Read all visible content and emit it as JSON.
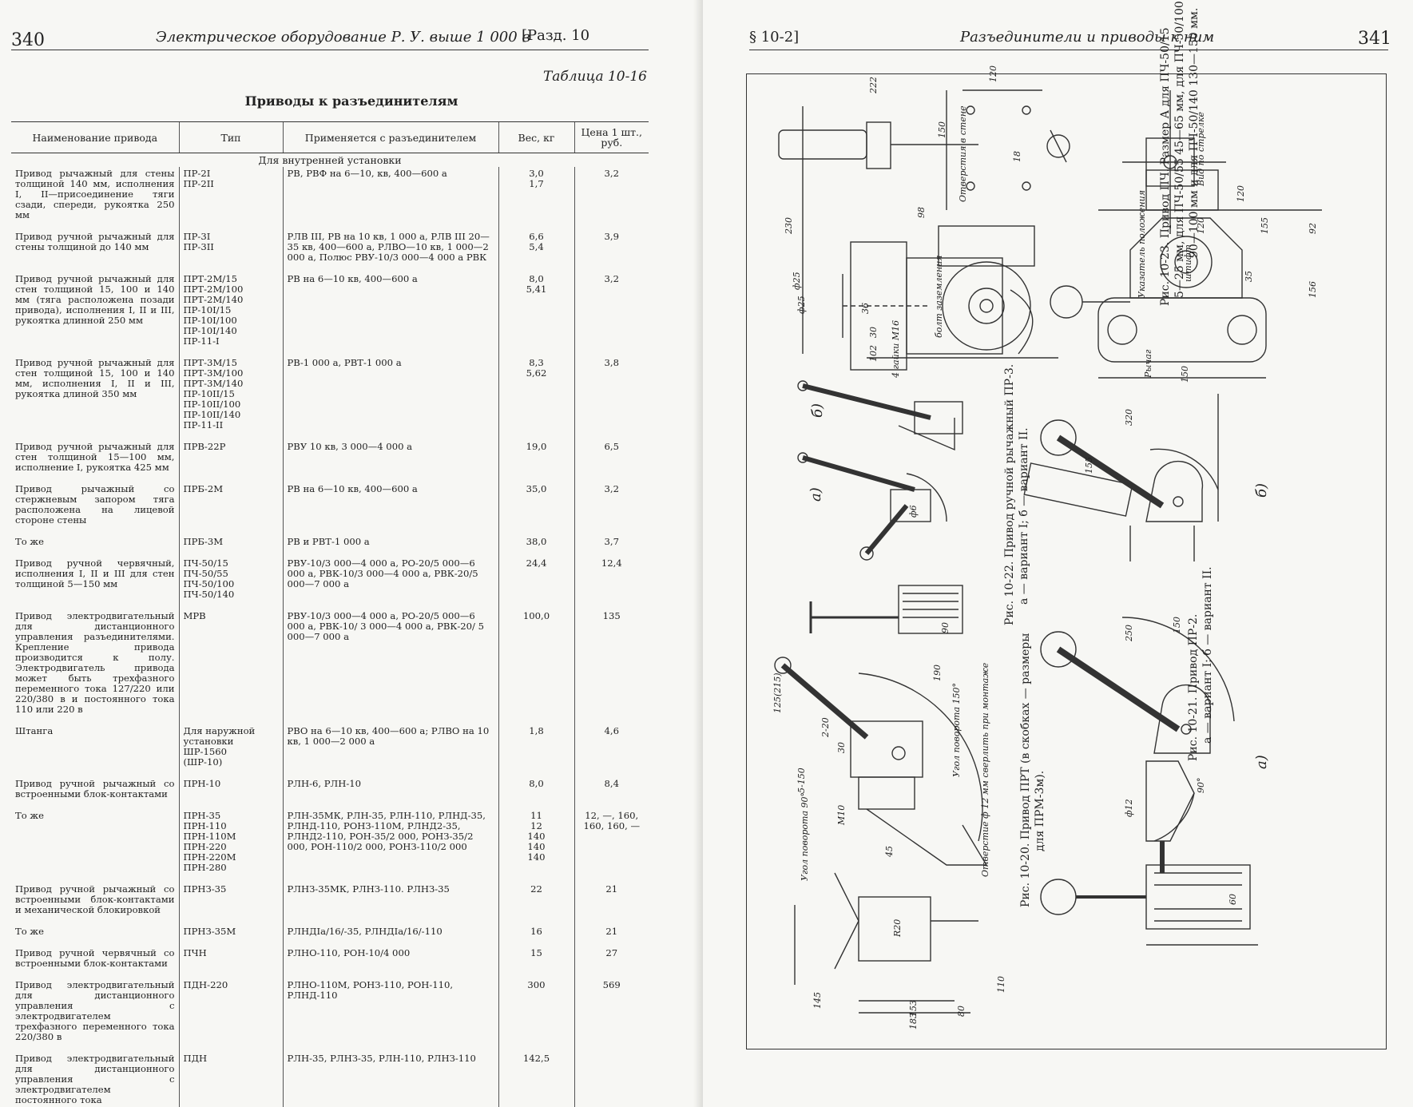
{
  "left_page": {
    "page_number": "340",
    "running_title": "Электрическое оборудование Р. У. выше 1 000 в",
    "section": "[Разд. 10",
    "table_number": "Таблица 10-16",
    "table_title": "Приводы к разъединителям",
    "columns": {
      "name": "Наименование привода",
      "type": "Тип",
      "applied": "Применяется с разъединителем",
      "weight": "Вес, кг",
      "price": "Цена 1 шт., руб."
    },
    "section_indoor": "Для внутренней установки",
    "rows": [
      {
        "name": "Привод рычажный для стены толщиной 140 мм, исполнения I, II—присоединение тяги сзади, спереди, рукоятка 250 мм",
        "types": [
          "ПР-2I",
          "ПР-2II"
        ],
        "applied": "РВ, РВФ на 6—10, кв, 400—600 а",
        "weight": [
          "3,0",
          "1,7"
        ],
        "price": "3,2"
      },
      {
        "name": "Привод ручной рычажный для стены толщиной до 140 мм",
        "types": [
          "ПР-3I",
          "ПР-3II"
        ],
        "applied": "РЛВ III, РВ на 10 кв, 1 000 а, РЛВ III 20—35 кв, 400—600 а, РЛВО—10 кв, 1 000—2 000 а, Полюс РВУ-10/3 000—4 000 а РВК",
        "weight": [
          "6,6",
          "5,4"
        ],
        "price": "3,9"
      },
      {
        "name": "Привод ручной рычажный для стен толщиной 15, 100 и 140 мм (тяга расположена позади привода), исполнения I, II и III, рукоятка длинной 250 мм",
        "types": [
          "ПРТ-2М/15",
          "ПРТ-2М/100",
          "ПРТ-2М/140",
          "ПР-10I/15",
          "ПР-10I/100",
          "ПР-10I/140",
          "ПР-11-I"
        ],
        "applied": "РВ на 6—10 кв, 400—600 а",
        "weight": [
          "8,0",
          "5,41"
        ],
        "price": "3,2"
      },
      {
        "name": "Привод ручной рычажный для стен толщиной 15, 100 и 140 мм, исполнения I, II и III, рукоятка длиной 350 мм",
        "types": [
          "ПРТ-3М/15",
          "ПРТ-3М/100",
          "ПРТ-3М/140",
          "ПР-10II/15",
          "ПР-10II/100",
          "ПР-10II/140",
          "ПР-11-II"
        ],
        "applied": "РВ-1 000 а, РВТ-1 000 а",
        "weight": [
          "8,3",
          "5,62"
        ],
        "price": "3,8"
      },
      {
        "name": "Привод ручной рычажный для стен толщиной 15—100 мм, исполнение I, рукоятка 425 мм",
        "types": [
          "ПРВ-22Р"
        ],
        "applied": "РВУ 10 кв, 3 000—4 000 а",
        "weight": [
          "19,0"
        ],
        "price": "6,5"
      },
      {
        "name": "Привод рычажный со стержневым запором тяга расположена на лицевой стороне стены",
        "types": [
          "ПРБ-2М"
        ],
        "applied": "РВ на 6—10 кв, 400—600 а",
        "weight": [
          "35,0"
        ],
        "price": "3,2"
      },
      {
        "name": "То же",
        "types": [
          "ПРБ-3М"
        ],
        "applied": "РВ и РВТ-1 000 а",
        "weight": [
          "38,0"
        ],
        "price": "3,7"
      },
      {
        "name": "Привод ручной червячный, исполнения I, II и III для стен толщиной 5—150 мм",
        "types": [
          "ПЧ-50/15",
          "ПЧ-50/55",
          "ПЧ-50/100",
          "ПЧ-50/140"
        ],
        "applied": "РВУ-10/3 000—4 000 а, РО-20/5 000—6 000 а, РВК-10/3 000—4 000 а, РВК-20/5 000—7 000 а",
        "weight": [
          "24,4"
        ],
        "price": "12,4"
      },
      {
        "name": "Привод электродвигательный для дистанционного управления разъединителями. Крепление привода производится к полу. Электродвигатель привода может быть трехфазного переменного тока 127/220 или 220/380 в и постоянного тока 110 или 220 в",
        "types": [
          "МРВ"
        ],
        "applied": "РВУ-10/3 000—4 000 а, РО-20/5 000—6 000 а, РВК-10/ 3 000—4 000 а, РВК-20/ 5 000—7 000 а",
        "weight": [
          "100,0"
        ],
        "price": "135"
      },
      {
        "name": "Штанга",
        "types": [
          "Для наружной установки",
          "ШР-1560",
          "(ШР-10)"
        ],
        "applied": "РВО на 6—10 кв, 400—600 а; РЛВО на 10 кв, 1 000—2 000 а",
        "weight": [
          "1,8"
        ],
        "price": "4,6"
      },
      {
        "name": "Привод ручной рычажный со встроенными блок-контактами",
        "types": [
          "ПРН-10"
        ],
        "applied": "РЛН-6, РЛН-10",
        "weight": [
          "8,0"
        ],
        "price": "8,4"
      },
      {
        "name": "То же",
        "types": [
          "ПРН-35",
          "ПРН-110",
          "ПРН-110М",
          "ПРН-220",
          "ПРН-220М",
          "ПРН-280"
        ],
        "applied": "РЛН-35МК, РЛН-35, РЛН-110, РЛНД-35, РЛНД-110, РОНЗ-110М, РЛНД2-35, РЛНД2-110, РОН-35/2 000, РОНЗ-35/2 000, РОН-110/2 000, РОНЗ-110/2 000",
        "weight": [
          "11",
          "12",
          "140",
          "140",
          "140"
        ],
        "price": "12, —, 160, 160, 160, —"
      },
      {
        "name": "Привод ручной рычажный со встроенными блок-контактами и механической блокировкой",
        "types": [
          "ПРНЗ-35"
        ],
        "applied": "РЛНЗ-35МК, РЛНЗ-110. РЛНЗ-35",
        "weight": [
          "22"
        ],
        "price": "21"
      },
      {
        "name": "То же",
        "types": [
          "ПРНЗ-35М"
        ],
        "applied": "РЛНДIа/16/-35, РЛНДIа/16/-110",
        "weight": [
          "16"
        ],
        "price": "21"
      },
      {
        "name": "Привод ручной червячный со встроенными блок-контактами",
        "types": [
          "ПЧН"
        ],
        "applied": "РЛНО-110, РОН-10/4 000",
        "weight": [
          "15"
        ],
        "price": "27"
      },
      {
        "name": "Привод электродвигательный для дистанционного управления с электродвигателем трехфазного переменного тока 220/380 в",
        "types": [
          "ПДН-220"
        ],
        "applied": "РЛНО-110М, РОНЗ-110, РОН-110, РЛНД-110",
        "weight": [
          "300"
        ],
        "price": "569"
      },
      {
        "name": "Привод электродвигательный для дистанционного управления с электродвигателем постоянного тока",
        "types": [
          "ПДН"
        ],
        "applied": "РЛН-35, РЛНЗ-35, РЛН-110, РЛНЗ-110",
        "weight": [
          "142,5"
        ],
        "price": ""
      }
    ]
  },
  "right_page": {
    "section": "§ 10-2]",
    "running_title": "Разъединители и приводы к ним",
    "page_number": "341",
    "captions": {
      "fig_10_20": [
        "Рис. 10-20. Привод ПРТ (в скобках — размеры",
        "для ПРМ-3м)."
      ],
      "fig_10_21": [
        "Рис. 10-21. Привод ПР-2.",
        "а — вариант I; б — вариант II."
      ],
      "fig_10_22": [
        "Рис. 10-22. Привод ручной рычажный ПР-3.",
        "а — вариант I; б — вариант II."
      ],
      "fig_10_23": [
        "Рис. 10-23. Привод ПЧ. Размер А для ПЧ-50/15",
        "5—25 мм, для ПЧ-50/55 45—65 мм, для ПЧ-50/100",
        "90—100 мм и для ПЧ-50/140 130—150 мм."
      ]
    },
    "labels": {
      "a": "а)",
      "b": "б)",
      "holes_in_wall": "Отверстия в стене",
      "view_arrow": "Вид по стрелке",
      "position_indicator": "Указатель положения",
      "turn_angle_90": "Угол поворота 90°",
      "turn_angle_150": "Угол поворота 150°",
      "bolt": "болт заземления",
      "nut": "4 гайки М16",
      "drill_note": "Отверстие ф 12 мм сверлить при монтаже",
      "lever": "Рычаг",
      "shaft": "штифт"
    },
    "dims": [
      "222",
      "120",
      "150",
      "230",
      "ф25",
      "102",
      "30",
      "98",
      "120",
      "156",
      "150",
      "92",
      "155",
      "120",
      "35",
      "36",
      "18",
      "320",
      "155",
      "250",
      "150",
      "90°",
      "125(215)",
      "5-150",
      "М10",
      "R20",
      "145",
      "153",
      "183",
      "80",
      "110",
      "60",
      "90",
      "190",
      "ф25",
      "ф6",
      "45",
      "30",
      "2-20",
      "ф12"
    ]
  }
}
